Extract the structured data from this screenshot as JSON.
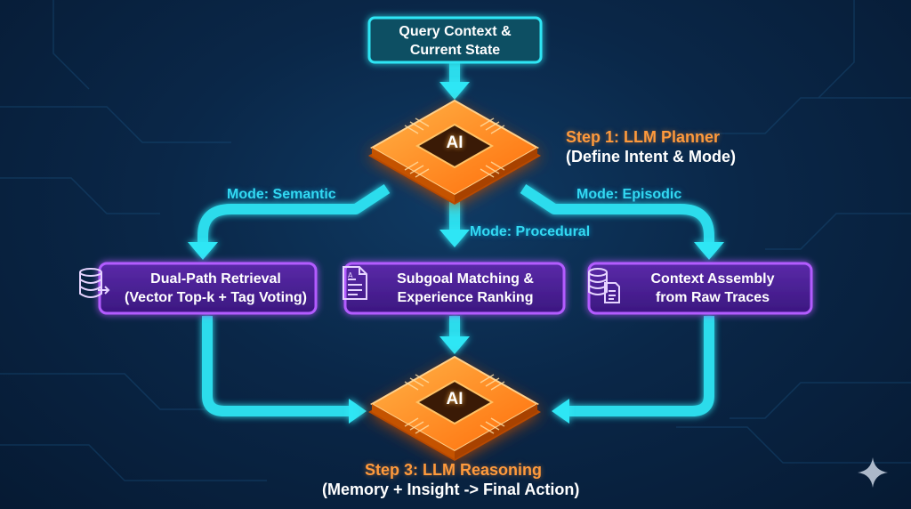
{
  "query_box": {
    "line1": "Query Context &",
    "line2": "Current State"
  },
  "planner": {
    "chip_label": "AI",
    "step_title": "Step 1: LLM Planner",
    "step_subtitle": "(Define Intent & Mode)"
  },
  "modes": {
    "semantic": "Mode: Semantic",
    "procedural": "Mode: Procedural",
    "episodic": "Mode: Episodic"
  },
  "retrieval_boxes": [
    {
      "line1": "Dual-Path Retrieval",
      "line2": "(Vector Top-k + Tag Voting)",
      "icon": "database-icon"
    },
    {
      "line1": "Subgoal Matching &",
      "line2": "Experience Ranking",
      "icon": "document-icon"
    },
    {
      "line1": "Context Assembly",
      "line2": "from Raw Traces",
      "icon": "database-document-icon"
    }
  ],
  "reasoner": {
    "chip_label": "AI",
    "step_title": "Step 3: LLM Reasoning",
    "step_subtitle": "(Memory + Insight -> Final Action)"
  },
  "colors": {
    "background": "#0a2748",
    "flow_cyan": "#2ee6f5",
    "chip_orange": "#ff8a1c",
    "box_purple": "#b35cff",
    "step_orange": "#ff9a3c"
  }
}
